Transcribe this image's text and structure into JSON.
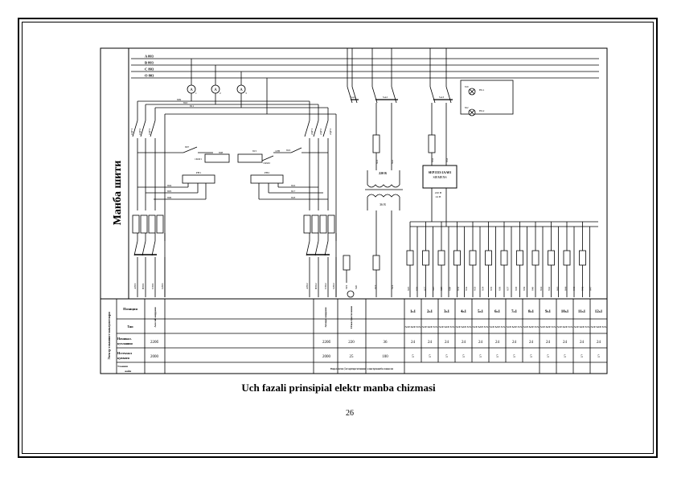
{
  "diagram": {
    "panel_title": "Манба шити",
    "buses": [
      "A 803",
      "B 803",
      "C 803",
      "O 803"
    ],
    "ammeters": [
      "A",
      "A",
      "A"
    ],
    "ammeter_idx": [
      "1",
      "2",
      "3"
    ],
    "top_wires": [
      "809",
      "810",
      "811"
    ],
    "breakers_left": [
      "1QF1",
      "1QF2",
      "1QF3"
    ],
    "breakers_right": [
      "2QF1",
      "2QF2",
      "2QF3"
    ],
    "switches": [
      "SA1",
      "SA2",
      "SA3"
    ],
    "contacts_left": [
      "807",
      "808"
    ],
    "contacts_right": [
      "815",
      "816",
      "1РВ"
    ],
    "km_left": "1КМ1",
    "km_right": "1КМ2",
    "relays": [
      "РН1",
      "РН2"
    ],
    "relay_wires_left": [
      "804",
      "805",
      "806"
    ],
    "relay_wires_right": [
      "816",
      "817",
      "818"
    ],
    "lamps": [
      "HL1",
      "HL2"
    ],
    "lamp_wires": [
      "819",
      "822"
    ],
    "transformer_in": "220 В",
    "transformer_out": "36 В",
    "tr_wires": [
      "821",
      "822"
    ],
    "psu_wires": [
      "832",
      "833"
    ],
    "psu_name": "SEP1333-2AA01",
    "psu_brand": "SIEMENS",
    "psu_voltage_in": "220 В",
    "psu_voltage_out": "24 В",
    "bottom_left": [
      "A801",
      "B801",
      "C801",
      "G801"
    ],
    "bottom_right": [
      "A802",
      "B802",
      "C802",
      "G802"
    ],
    "bottom_misc": [
      "819",
      "820",
      "823",
      "824"
    ],
    "bottom_out": [
      "825",
      "826",
      "827",
      "828",
      "829",
      "830",
      "831",
      "832",
      "833",
      "834",
      "835",
      "836",
      "837",
      "838",
      "839",
      "840",
      "841",
      "842",
      "843",
      "844",
      "845",
      "846",
      "847"
    ]
  },
  "table": {
    "side_label": "Электр таъминот маълумотлари",
    "position": "Позиция",
    "type": "Тип",
    "main_input": "Асосий кирриш",
    "reserve_input": "Захира кирриш",
    "internal_light": "Ички ёритилиши",
    "nominal": "Номинал. кучланиш",
    "consumed": "Истеъмол қуввати",
    "location": "Уланиш жойи",
    "location_text": "Бирламчи ўзгартиргичнинг электрманба панели",
    "nominal_values": [
      "220б",
      "220б",
      "220",
      "36"
    ],
    "consumed_values": [
      "2000",
      "2000",
      "25",
      "100"
    ],
    "channels": [
      "1ₙ1",
      "2ₙ1",
      "3ₙ1",
      "4ₙ1",
      "5ₙ1",
      "6ₙ1",
      "7ₙ1",
      "8ₙ1",
      "9ₙ1",
      "10ₙ1",
      "11ₙ1",
      "12ₙ1"
    ],
    "channel_types": [
      "SIEMENS",
      "SIEMENS",
      "SIEMENS",
      "SIEMENS",
      "SIEMENS",
      "SIEMENS",
      "SIEMENS",
      "SIEMENS",
      "SIEMENS",
      "SIEMENS",
      "SIEMENS",
      "SIEMENS"
    ],
    "channel_voltage": [
      "24",
      "24",
      "24",
      "24",
      "24",
      "24",
      "24",
      "24",
      "24",
      "24",
      "24",
      "24"
    ],
    "channel_power": [
      "5",
      "5",
      "5",
      "5",
      "5",
      "5",
      "5",
      "5",
      "5",
      "5",
      "5",
      "5"
    ]
  },
  "caption": "Uch fazali prinsipial elektr manba chizmasi",
  "page_number": "26"
}
